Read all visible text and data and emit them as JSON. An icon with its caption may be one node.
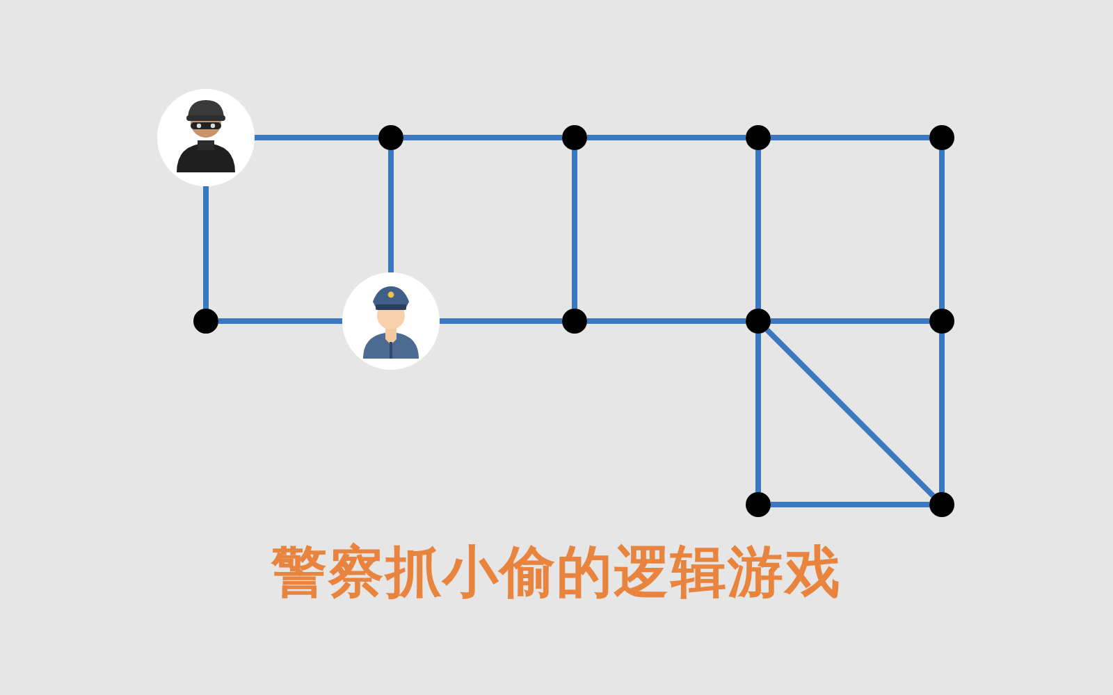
{
  "diagram": {
    "title": "警察抓小偷的逻辑游戏",
    "nodes": [
      {
        "text": [],
        "shape": "picture"
      },
      {
        "text": [],
        "shape": "circle"
      },
      {
        "text": [],
        "shape": "circle"
      },
      {
        "text": [],
        "shape": "circle"
      },
      {
        "text": [],
        "shape": "circle"
      },
      {
        "text": [],
        "shape": "circle"
      },
      {
        "text": [],
        "shape": "picture"
      },
      {
        "text": [],
        "shape": "circle"
      },
      {
        "text": [],
        "shape": "circle"
      },
      {
        "text": [],
        "shape": "circle"
      },
      {
        "text": [],
        "shape": "circle"
      },
      {
        "text": [],
        "shape": "circle"
      }
    ],
    "edges": [
      {
        "from": 0,
        "to": 1,
        "arrow": "none"
      },
      {
        "from": 1,
        "to": 2,
        "arrow": "none"
      },
      {
        "from": 2,
        "to": 3,
        "arrow": "none"
      },
      {
        "from": 3,
        "to": 4,
        "arrow": "none"
      },
      {
        "from": 0,
        "to": 5,
        "arrow": "none"
      },
      {
        "from": 1,
        "to": 6,
        "arrow": "none"
      },
      {
        "from": 2,
        "to": 7,
        "arrow": "none"
      },
      {
        "from": 3,
        "to": 8,
        "arrow": "none"
      },
      {
        "from": 4,
        "to": 9,
        "arrow": "none"
      },
      {
        "from": 5,
        "to": 6,
        "arrow": "none"
      },
      {
        "from": 6,
        "to": 7,
        "arrow": "none"
      },
      {
        "from": 7,
        "to": 8,
        "arrow": "none"
      },
      {
        "from": 8,
        "to": 9,
        "arrow": "none"
      },
      {
        "from": 8,
        "to": 10,
        "arrow": "none"
      },
      {
        "from": 9,
        "to": 11,
        "arrow": "none"
      },
      {
        "from": 10,
        "to": 11,
        "arrow": "none"
      },
      {
        "from": 8,
        "to": 11,
        "arrow": "none"
      }
    ]
  }
}
